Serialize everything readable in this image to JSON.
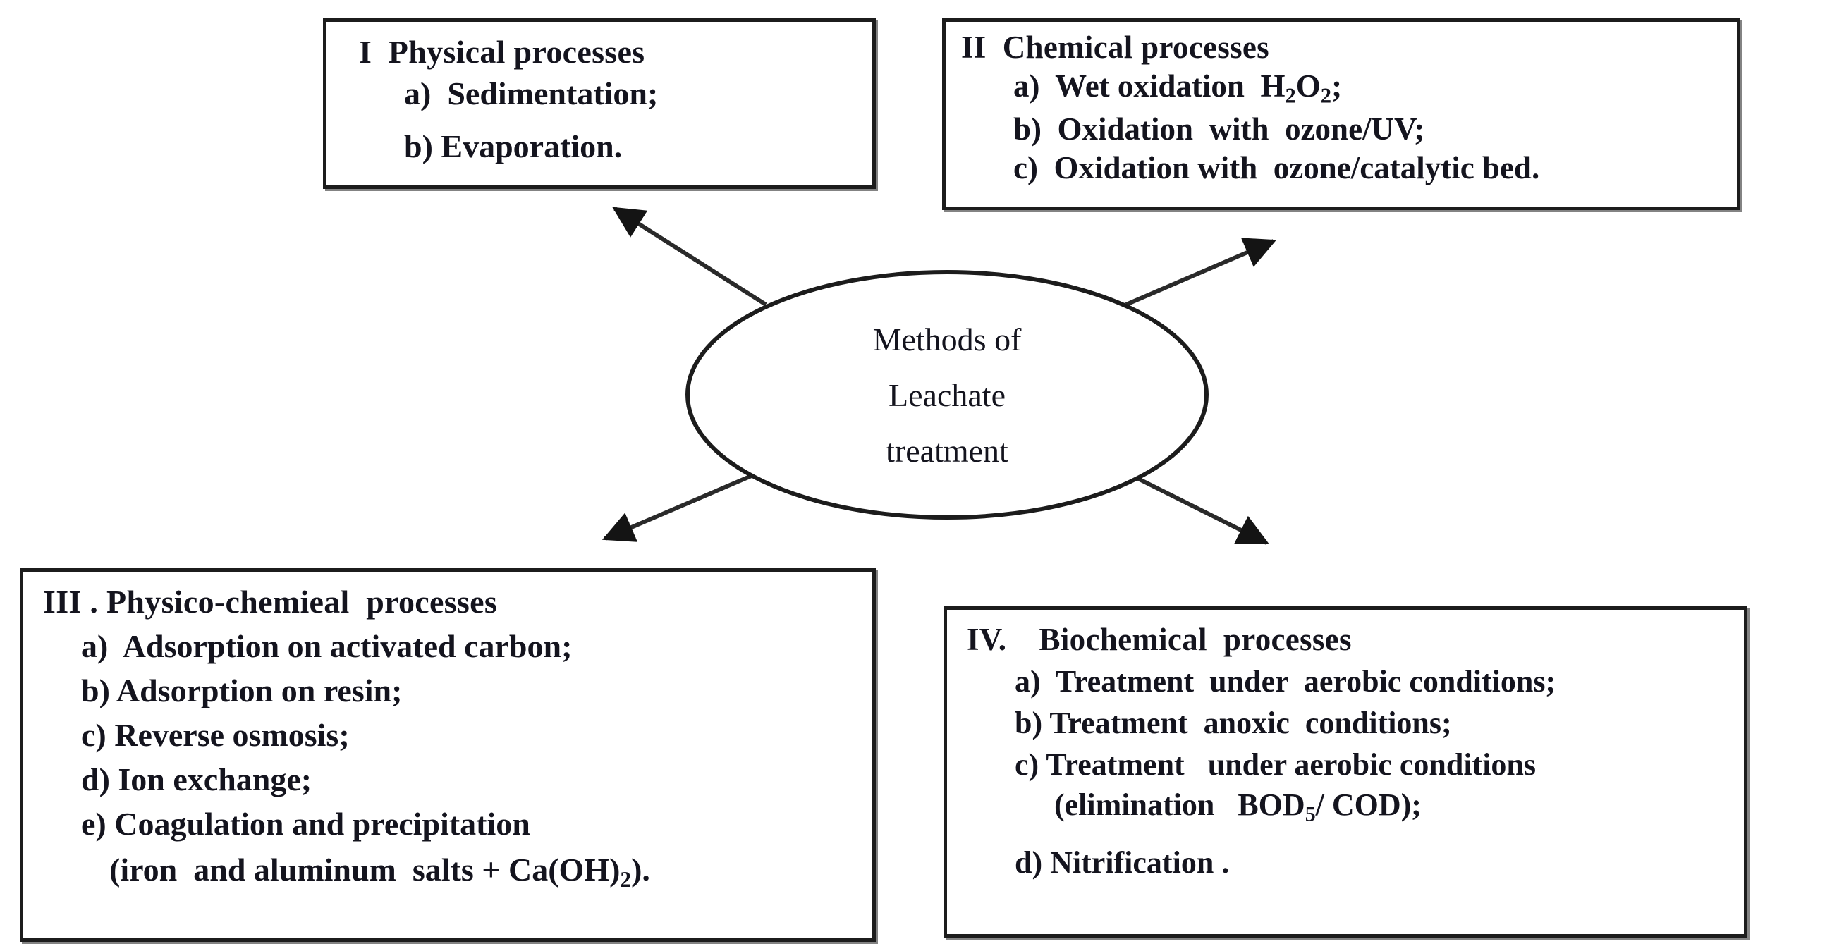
{
  "diagram": {
    "center": {
      "lines": [
        "Methods of",
        "Leachate",
        "treatment"
      ]
    },
    "boxes": [
      {
        "id": "physical",
        "title": "I  Physical processes",
        "items": [
          "a)  Sedimentation;",
          "b) Evaporation."
        ]
      },
      {
        "id": "chemical",
        "title": "II  Chemical processes",
        "items": [
          "a)  Wet oxidation  H2O2;",
          "b)  Oxidation  with  ozone/UV;",
          "c)  Oxidation with  ozone/catalytic bed."
        ],
        "item_a_prefix": "a)  Wet oxidation  H",
        "item_a_sub1": "2",
        "item_a_mid": "O",
        "item_a_sub2": "2",
        "item_a_suffix": ";"
      },
      {
        "id": "physico",
        "title": "III . Physico-chemieal  processes",
        "items": [
          "a)  Adsorption on activated carbon;",
          "b) Adsorption on resin;",
          "c) Reverse osmosis;",
          "d) Ion exchange;",
          "e) Coagulation and precipitation"
        ],
        "continuation_prefix": "(iron  and aluminum  salts + Ca(OH)",
        "continuation_sub": "2",
        "continuation_suffix": ")."
      },
      {
        "id": "biochemical",
        "title": "IV.    Biochemical  processes",
        "items": [
          "a)  Treatment  under  aerobic conditions;",
          "b) Treatment  anoxic  conditions;",
          "c) Treatment   under aerobic conditions",
          "d) Nitrification ."
        ],
        "continuation_prefix": "(elimination   BOD",
        "continuation_sub": "5",
        "continuation_suffix": "/ COD);"
      }
    ],
    "arrows": [
      {
        "name": "arrow-to-physical",
        "target": "physical"
      },
      {
        "name": "arrow-to-chemical",
        "target": "chemical"
      },
      {
        "name": "arrow-to-physico",
        "target": "physico"
      },
      {
        "name": "arrow-to-biochemical",
        "target": "biochemical"
      }
    ],
    "colors": {
      "stroke": "#1c1c1c",
      "text": "#14141e",
      "background": "#ffffff"
    }
  }
}
